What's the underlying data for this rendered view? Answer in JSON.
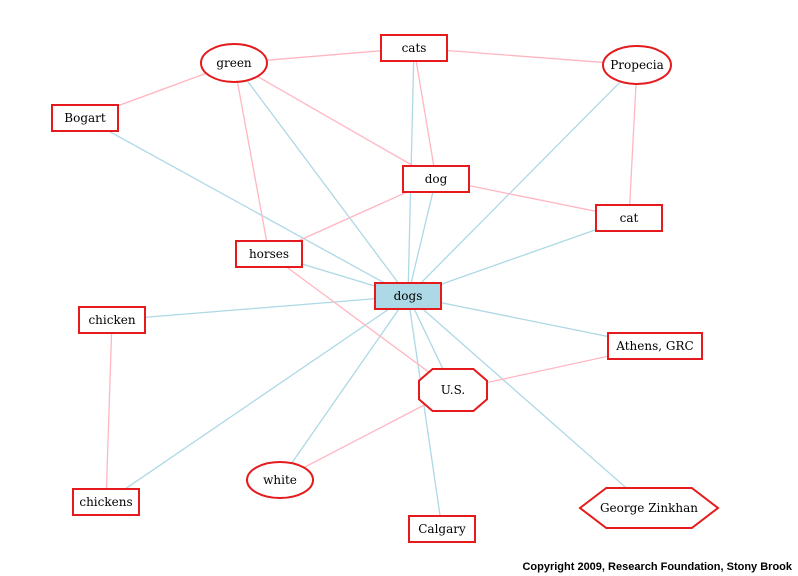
{
  "colors": {
    "node_stroke": "#e41a1c",
    "center_fill": "#add8e6",
    "edge_blue": "#add8e6",
    "edge_pink": "#ffb6c1"
  },
  "nodes": [
    {
      "id": "dogs",
      "label": "dogs",
      "shape": "box",
      "center": true
    },
    {
      "id": "cats",
      "label": "cats",
      "shape": "box"
    },
    {
      "id": "green",
      "label": "green",
      "shape": "ellipse"
    },
    {
      "id": "propecia",
      "label": "Propecia",
      "shape": "ellipse"
    },
    {
      "id": "bogart",
      "label": "Bogart",
      "shape": "box"
    },
    {
      "id": "dog",
      "label": "dog",
      "shape": "box"
    },
    {
      "id": "cat",
      "label": "cat",
      "shape": "box"
    },
    {
      "id": "horses",
      "label": "horses",
      "shape": "box"
    },
    {
      "id": "chicken",
      "label": "chicken",
      "shape": "box"
    },
    {
      "id": "athens",
      "label": "Athens, GRC",
      "shape": "box"
    },
    {
      "id": "us",
      "label": "U.S.",
      "shape": "octagon"
    },
    {
      "id": "white",
      "label": "white",
      "shape": "ellipse"
    },
    {
      "id": "chickens",
      "label": "chickens",
      "shape": "box"
    },
    {
      "id": "calgary",
      "label": "Calgary",
      "shape": "box"
    },
    {
      "id": "zinkhan",
      "label": "George Zinkhan",
      "shape": "hexagon"
    }
  ],
  "edges": [
    {
      "from": "dogs",
      "to": "cats",
      "color": "blue"
    },
    {
      "from": "dogs",
      "to": "green",
      "color": "blue"
    },
    {
      "from": "dogs",
      "to": "propecia",
      "color": "blue"
    },
    {
      "from": "dogs",
      "to": "bogart",
      "color": "blue"
    },
    {
      "from": "dogs",
      "to": "dog",
      "color": "blue"
    },
    {
      "from": "dogs",
      "to": "cat",
      "color": "blue"
    },
    {
      "from": "dogs",
      "to": "horses",
      "color": "blue"
    },
    {
      "from": "dogs",
      "to": "chicken",
      "color": "blue"
    },
    {
      "from": "dogs",
      "to": "athens",
      "color": "blue"
    },
    {
      "from": "dogs",
      "to": "us",
      "color": "blue"
    },
    {
      "from": "dogs",
      "to": "white",
      "color": "blue"
    },
    {
      "from": "dogs",
      "to": "chickens",
      "color": "blue"
    },
    {
      "from": "dogs",
      "to": "calgary",
      "color": "blue"
    },
    {
      "from": "dogs",
      "to": "zinkhan",
      "color": "blue"
    },
    {
      "from": "green",
      "to": "cats",
      "color": "pink"
    },
    {
      "from": "cats",
      "to": "propecia",
      "color": "pink"
    },
    {
      "from": "green",
      "to": "bogart",
      "color": "pink"
    },
    {
      "from": "green",
      "to": "dog",
      "color": "pink"
    },
    {
      "from": "green",
      "to": "horses",
      "color": "pink"
    },
    {
      "from": "cats",
      "to": "dog",
      "color": "pink"
    },
    {
      "from": "propecia",
      "to": "cat",
      "color": "pink"
    },
    {
      "from": "dog",
      "to": "cat",
      "color": "pink"
    },
    {
      "from": "dog",
      "to": "horses",
      "color": "pink"
    },
    {
      "from": "horses",
      "to": "us",
      "color": "pink"
    },
    {
      "from": "chicken",
      "to": "chickens",
      "color": "pink"
    },
    {
      "from": "athens",
      "to": "us",
      "color": "pink"
    },
    {
      "from": "us",
      "to": "white",
      "color": "pink"
    }
  ],
  "footer": {
    "copyright": "Copyright 2009, Research Foundation, Stony Brook"
  }
}
